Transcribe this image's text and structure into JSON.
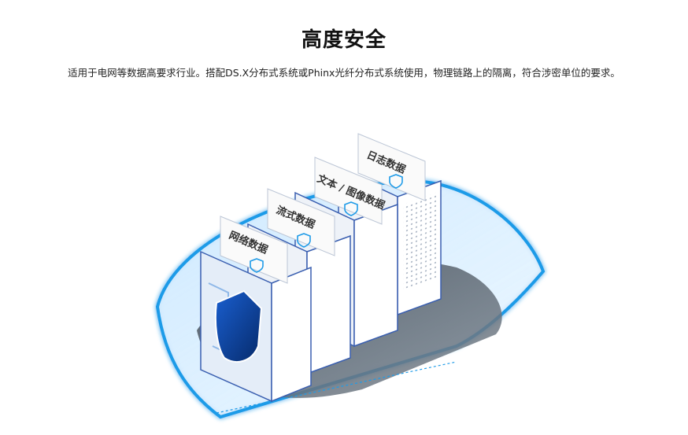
{
  "heading": "高度安全",
  "description": "适用于电网等数据高要求行业。搭配DS.X分布式系统或Phinx光纤分布式系统使用，物理链路上的隔离，符合涉密单位的要求。",
  "servers": [
    {
      "label": "日志数据",
      "icon": "shield-icon"
    },
    {
      "label": "文本 / 图像数据",
      "icon": "shield-icon"
    },
    {
      "label": "流式数据",
      "icon": "shield-icon"
    },
    {
      "label": "网络数据",
      "icon": "shield-icon"
    }
  ],
  "colors": {
    "accent": "#1e9be8",
    "shield_dark": "#0a3a8a",
    "server_edge": "#3a5fb0"
  }
}
